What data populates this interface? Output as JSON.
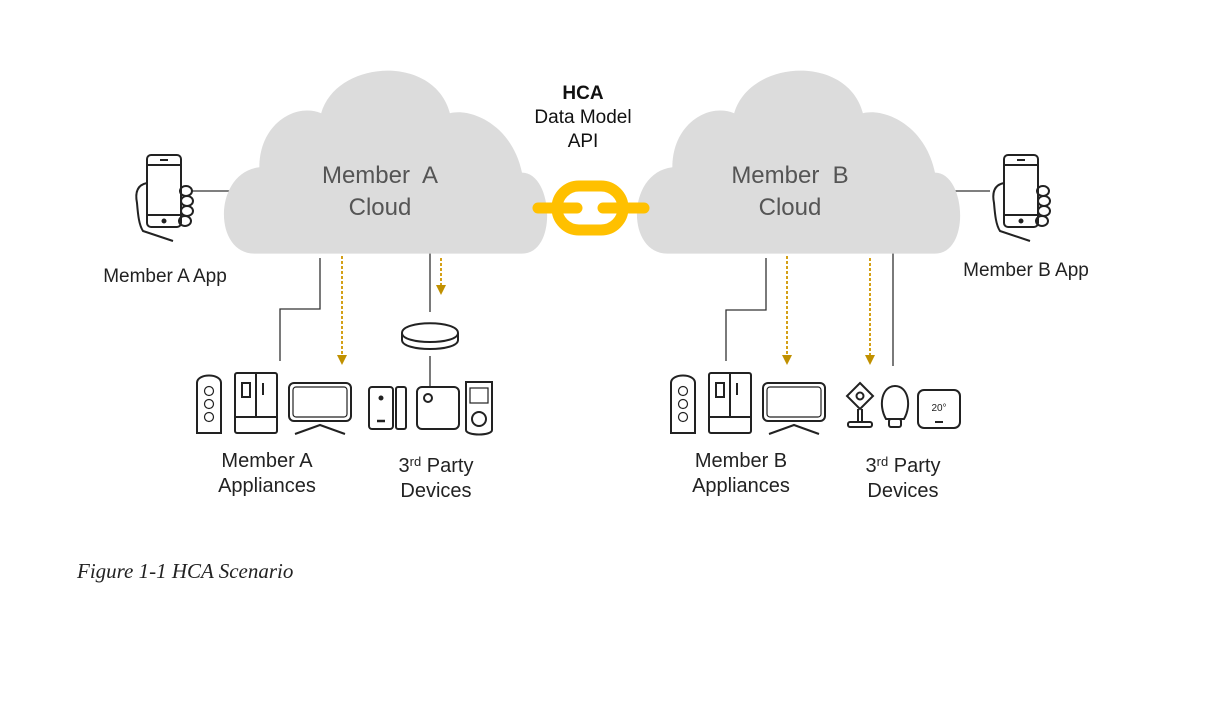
{
  "api": {
    "title": "HCA",
    "line1": "Data Model",
    "line2": "API"
  },
  "clouds": [
    {
      "line1": "Member  A",
      "line2": "Cloud"
    },
    {
      "line1": "Member  B",
      "line2": "Cloud"
    }
  ],
  "apps": [
    {
      "label": "Member A App"
    },
    {
      "label": "Member B App"
    }
  ],
  "groups": [
    {
      "line1": "Member A",
      "line2": "Appliances"
    },
    {
      "num": "3",
      "sup": "rd",
      "word": " Party",
      "line2": "Devices"
    },
    {
      "line1": "Member B",
      "line2": "Appliances"
    },
    {
      "num": "3",
      "sup": "rd",
      "word": " Party",
      "line2": "Devices"
    }
  ],
  "thermostat": {
    "reading": "20°"
  },
  "caption": "Figure 1-1 HCA Scenario",
  "colors": {
    "cloud": "#dcdcdc",
    "link": "#ffc000",
    "arrow": "#c09000",
    "stroke": "#333333"
  }
}
